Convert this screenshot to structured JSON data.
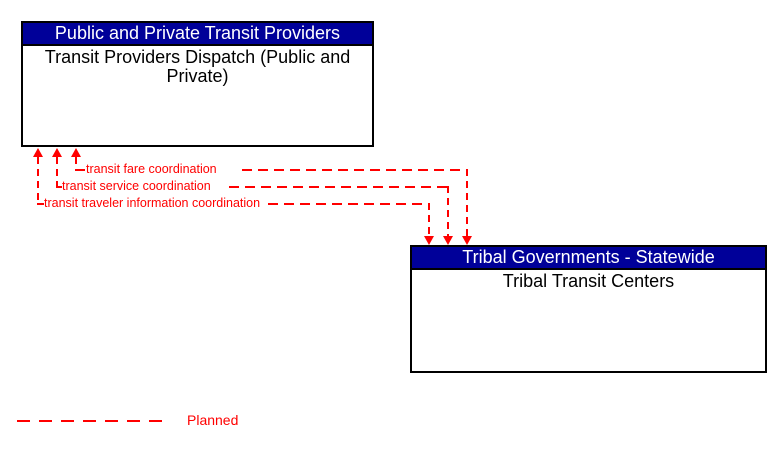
{
  "diagram": {
    "boxes": [
      {
        "header": "Public and Private Transit Providers",
        "body": "Transit Providers Dispatch (Public and Private)"
      },
      {
        "header": "Tribal Governments - Statewide",
        "body": "Tribal Transit Centers"
      }
    ],
    "flows": [
      {
        "label": "transit fare coordination",
        "status": "planned"
      },
      {
        "label": "transit service coordination",
        "status": "planned"
      },
      {
        "label": "transit traveler information coordination",
        "status": "planned"
      }
    ],
    "legend": {
      "label": "Planned",
      "line_style": "dashed"
    },
    "colors": {
      "header_bg": "#000099",
      "header_text": "#FFFFFF",
      "flow_line": "#FF0000",
      "box_border": "#000000",
      "background": "#FFFFFF"
    }
  }
}
